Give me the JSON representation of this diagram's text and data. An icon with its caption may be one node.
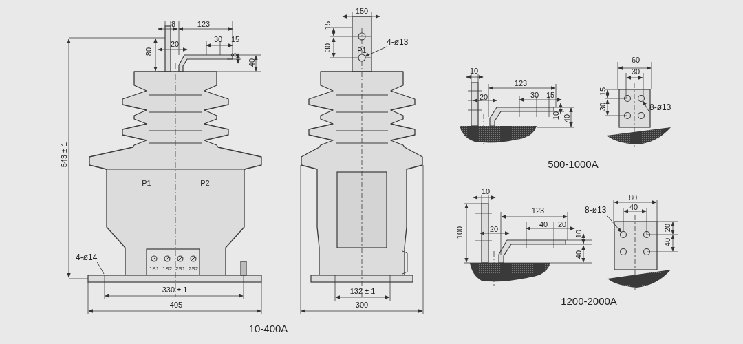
{
  "diagram": {
    "nodes": [
      {
        "text": [
          "4-ø14"
        ]
      },
      {
        "text": [
          "4-ø13"
        ]
      },
      {
        "text": [
          "8-ø13"
        ]
      },
      {
        "text": [
          "8-ø13"
        ]
      },
      {
        "text": [],
        "shape": "circle"
      },
      {
        "text": [],
        "shape": "circle"
      },
      {
        "text": [],
        "shape": "circle"
      }
    ],
    "edges": [
      {
        "from": 0,
        "to": null,
        "arrow": "none"
      },
      {
        "from": 1,
        "to": 4,
        "arrow": "to"
      },
      {
        "from": 2,
        "to": 5,
        "arrow": "to"
      },
      {
        "from": 3,
        "to": 6,
        "arrow": "to"
      }
    ],
    "labels": [
      "8",
      "123",
      "30",
      "15",
      "20",
      "80",
      "8",
      "40",
      "150",
      "15",
      "30",
      "P1",
      "10",
      "123",
      "20",
      "30",
      "15",
      "10",
      "40",
      "60",
      "30",
      "15",
      "30",
      "543 ± 1",
      "500-1000A",
      "P1",
      "P2",
      "10",
      "80",
      "40",
      "123",
      "40",
      "20",
      "100",
      "20",
      "10",
      "20",
      "40",
      "40",
      "1S1",
      "1S2",
      "2S1",
      "2S2",
      "330 ± 1",
      "132 ± 1",
      "1200-2000A",
      "405",
      "300",
      "10-400A"
    ]
  }
}
